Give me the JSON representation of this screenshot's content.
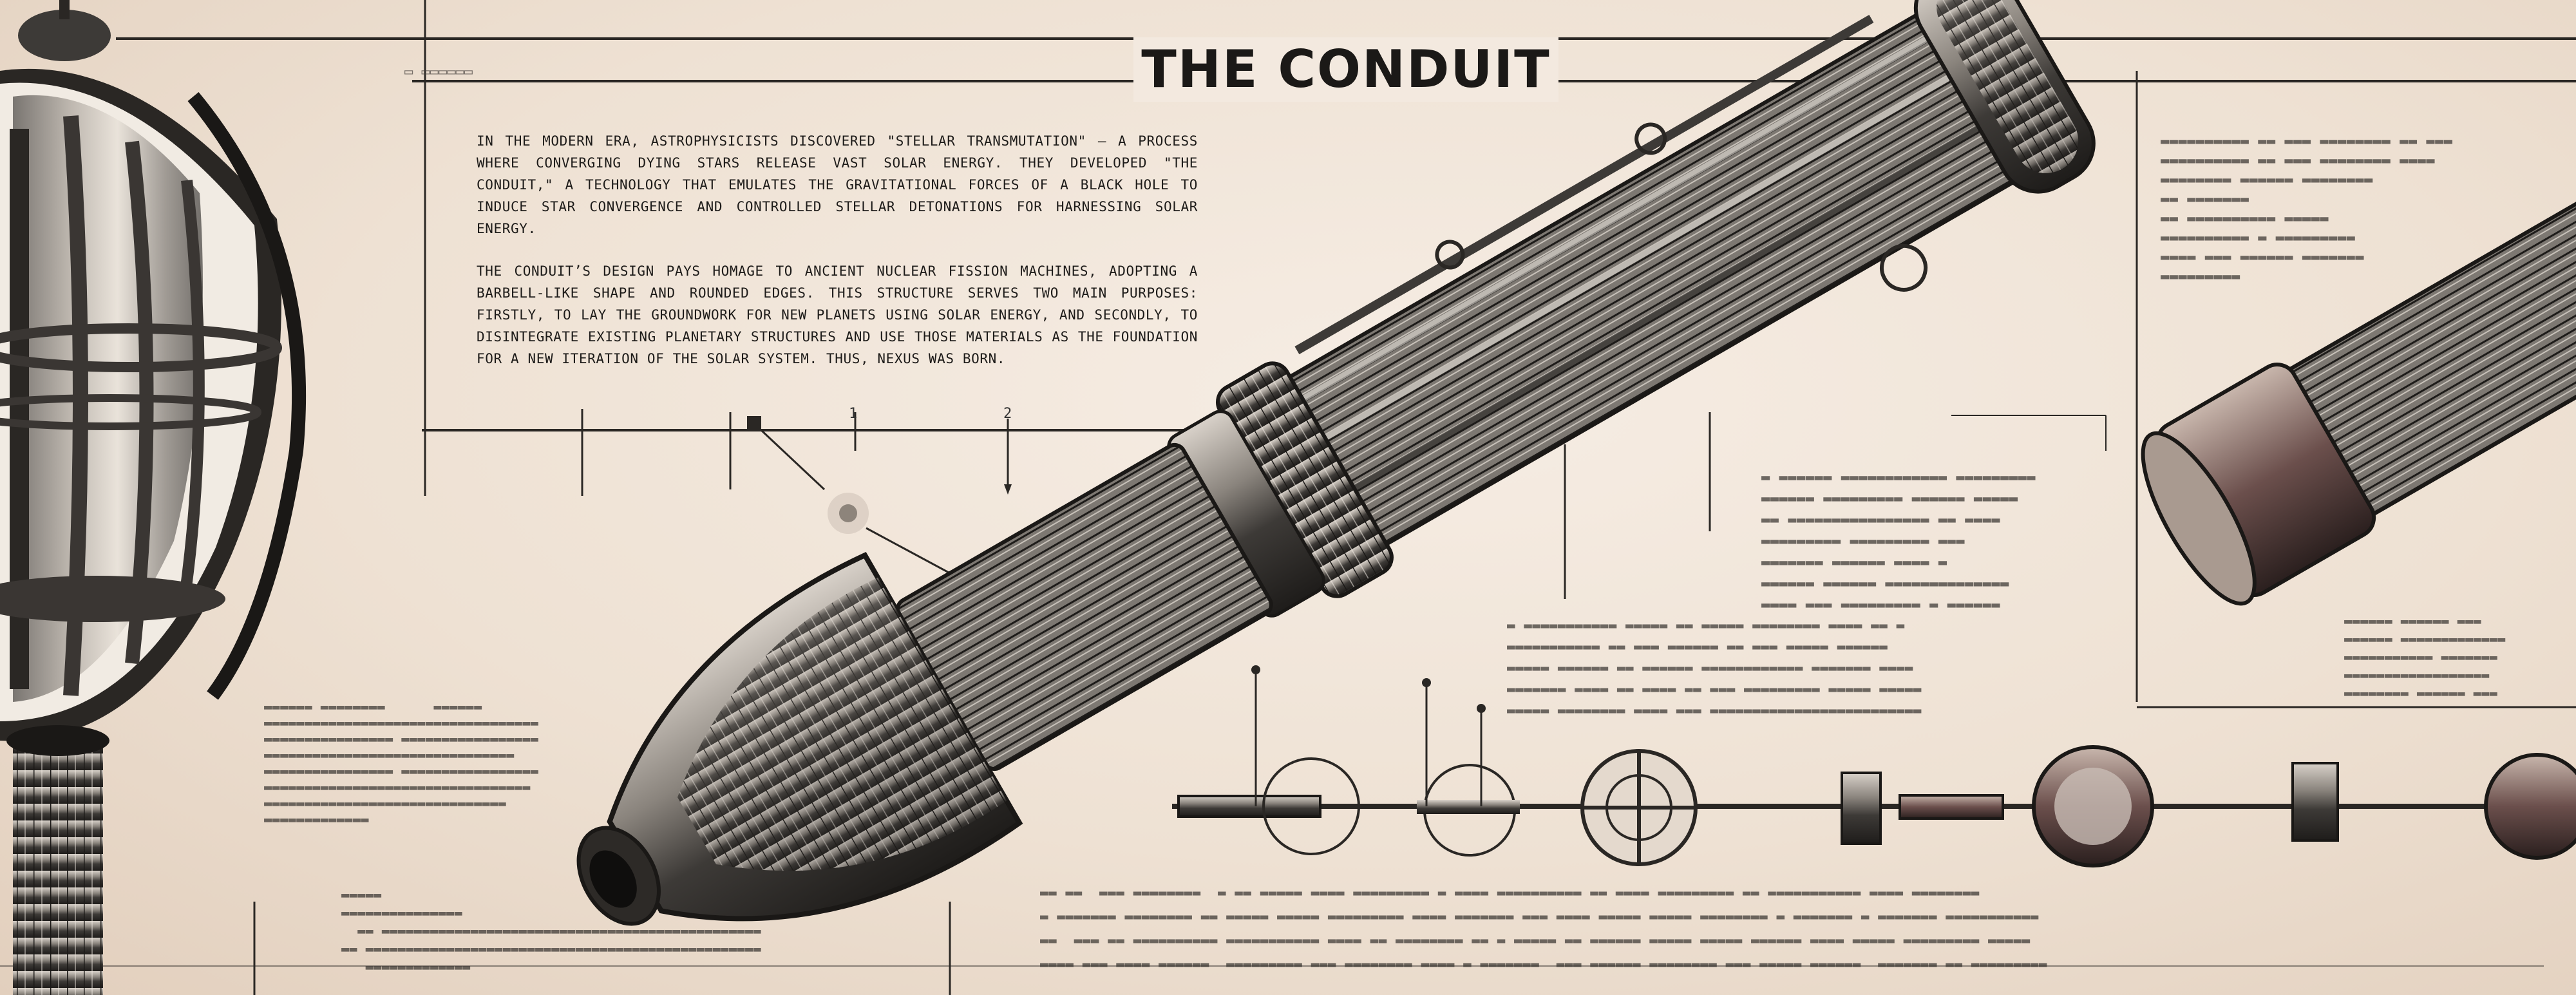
{
  "title": "THE CONDUIT",
  "intro": [
    "IN THE MODERN ERA, ASTROPHYSICISTS DISCOVERED \"STELLAR TRANSMUTATION\" – A PROCESS WHERE CONVERGING DYING STARS RELEASE VAST SOLAR ENERGY. THEY DEVELOPED \"THE CONDUIT,\" A TECHNOLOGY THAT EMULATES THE GRAVITATIONAL FORCES OF A BLACK HOLE TO INDUCE STAR CONVERGENCE AND CONTROLLED STELLAR DETONATIONS FOR HARNESSING SOLAR ENERGY.",
    "THE CONDUIT’S DESIGN PAYS HOMAGE TO ANCIENT NUCLEAR FISSION MACHINES, ADOPTING A BARBELL-LIKE SHAPE AND ROUNDED EDGES. THIS STRUCTURE SERVES TWO MAIN PURPOSES: FIRSTLY, TO LAY THE GROUNDWORK FOR NEW PLANETS USING SOLAR ENERGY, AND SECONDLY, TO DISINTEGRATE EXISTING PLANETARY STRUCTURES AND USE THOSE MATERIALS AS THE FOUNDATION FOR A NEW ITERATION OF THE SOLAR SYSTEM. THUS, NEXUS WAS BORN."
  ],
  "scale_ticks": [
    "1",
    "2"
  ],
  "colors": {
    "paper": "#efe3d6",
    "ink": "#1c1a18",
    "metal": "#5e5a56"
  }
}
